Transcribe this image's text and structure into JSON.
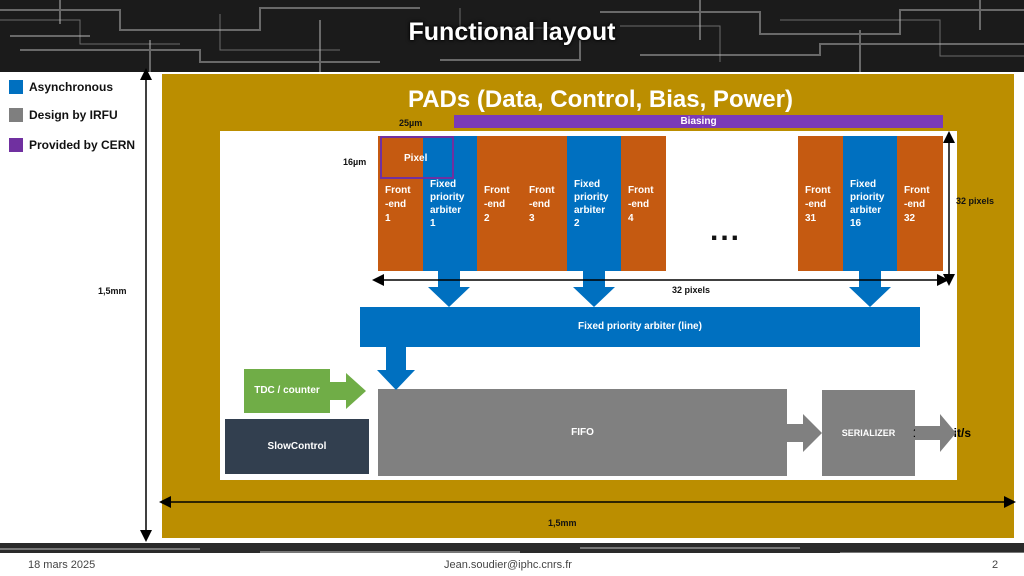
{
  "header": {
    "title": "Functional layout"
  },
  "legend": [
    {
      "label": "Asynchronous",
      "color": "#0070c0"
    },
    {
      "label": "Design by IRFU",
      "color": "#7f7f7f"
    },
    {
      "label": "Provided by CERN",
      "color": "#7030a0"
    }
  ],
  "chip": {
    "pads_title": "PADs (Data, Control, Bias, Power)",
    "biasing_label": "Biasing",
    "pitch_x": "25µm",
    "pitch_y": "16µm",
    "pixel_label": "Pixel",
    "rows_label": "32 pixels",
    "cols_label": "32 pixels",
    "height_label": "1,5mm",
    "width_label": "1,5mm",
    "ellipsis": "...",
    "frontends": [
      {
        "text": "Front\n-end\n1"
      },
      {
        "text": "Front\n-end\n2"
      },
      {
        "text": "Front\n-end\n3"
      },
      {
        "text": "Front\n-end\n4"
      },
      {
        "text": "Front\n-end\n31"
      },
      {
        "text": "Front\n-end\n32"
      }
    ],
    "arbiters": [
      {
        "text": "Fixed\npriority\narbiter\n1"
      },
      {
        "text": "Fixed\npriority\narbiter\n2"
      },
      {
        "text": "Fixed\npriority\narbiter\n16"
      }
    ],
    "line_arbiter": "Fixed priority arbiter (line)",
    "tdc": "TDC / counter",
    "slowcontrol": "SlowControl",
    "fifo": "FIFO",
    "serializer": "SERIALIZER",
    "rate": "100 Mbit/s"
  },
  "footer": {
    "date": "18 mars 2025",
    "email": "Jean.soudier@iphc.cnrs.fr",
    "page": "2"
  },
  "colors": {
    "chip_background": "#bb8e00",
    "frontend": "#c55a11",
    "arbiter": "#0070c0",
    "cern": "#7a3ab8",
    "tdc": "#70ad47",
    "slowcontrol": "#323f4f",
    "irfu": "#808080"
  }
}
